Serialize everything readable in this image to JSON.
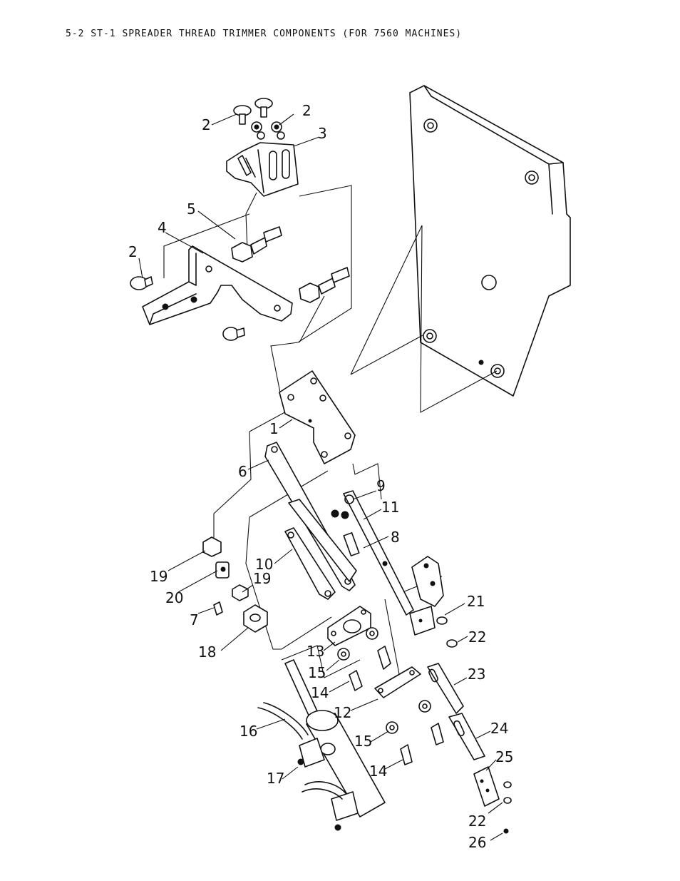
{
  "header": {
    "title": "5-2  ST-1 SPREADER THREAD TRIMMER COMPONENTS (FOR 7560 MACHINES)"
  },
  "callouts": {
    "c1": "1",
    "c2a": "2",
    "c2b": "2",
    "c2c": "2",
    "c3": "3",
    "c4": "4",
    "c5": "5",
    "c6": "6",
    "c7": "7",
    "c8": "8",
    "c9": "9",
    "c10": "10",
    "c11": "11",
    "c12": "12",
    "c13": "13",
    "c14a": "14",
    "c14b": "14",
    "c15a": "15",
    "c15b": "15",
    "c16": "16",
    "c17": "17",
    "c18": "18",
    "c19a": "19",
    "c19b": "19",
    "c20": "20",
    "c21": "21",
    "c22a": "22",
    "c22b": "22",
    "c23": "23",
    "c24": "24",
    "c25": "25",
    "c26": "26"
  }
}
